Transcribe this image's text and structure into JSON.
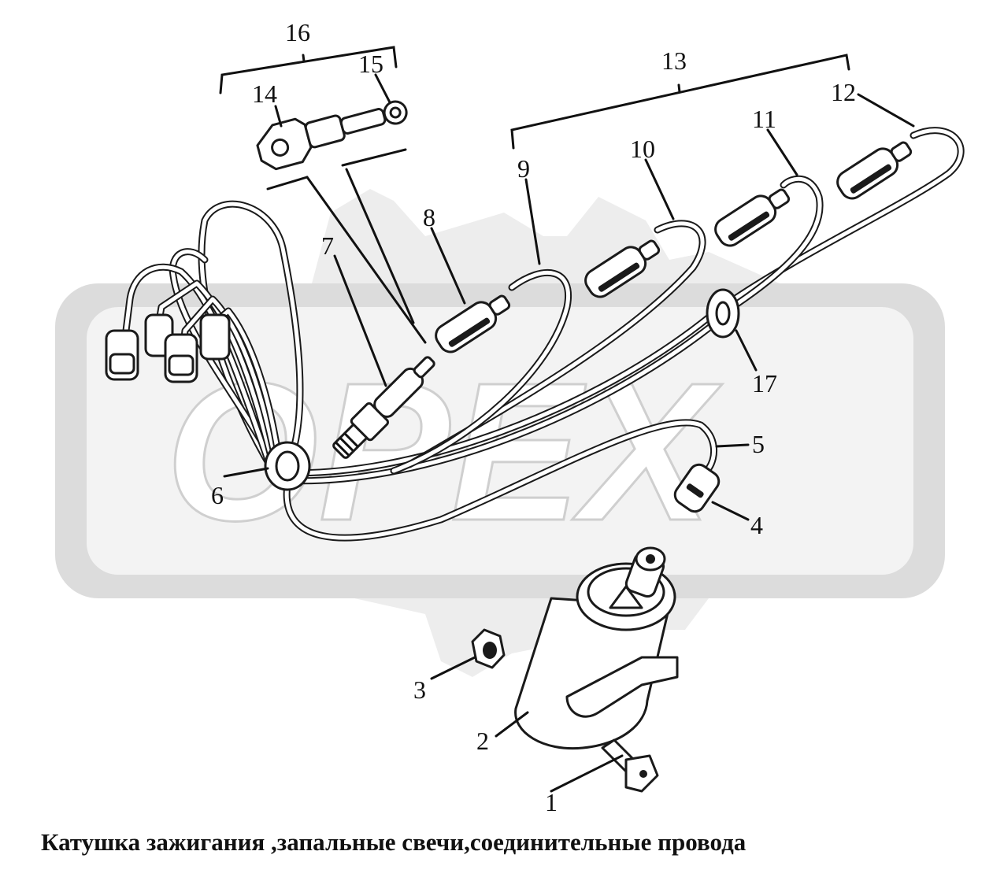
{
  "caption": "Катушка зажигания ,запальные свечи,соединительные провода",
  "watermark": {
    "text": "OPEX",
    "color": "#d9d9d9"
  },
  "callouts": {
    "c1": "1",
    "c2": "2",
    "c3": "3",
    "c4": "4",
    "c5": "5",
    "c6": "6",
    "c7": "7",
    "c8": "8",
    "c9": "9",
    "c10": "10",
    "c11": "11",
    "c12": "12",
    "c13": "13",
    "c14": "14",
    "c15": "15",
    "c16": "16",
    "c17": "17"
  }
}
